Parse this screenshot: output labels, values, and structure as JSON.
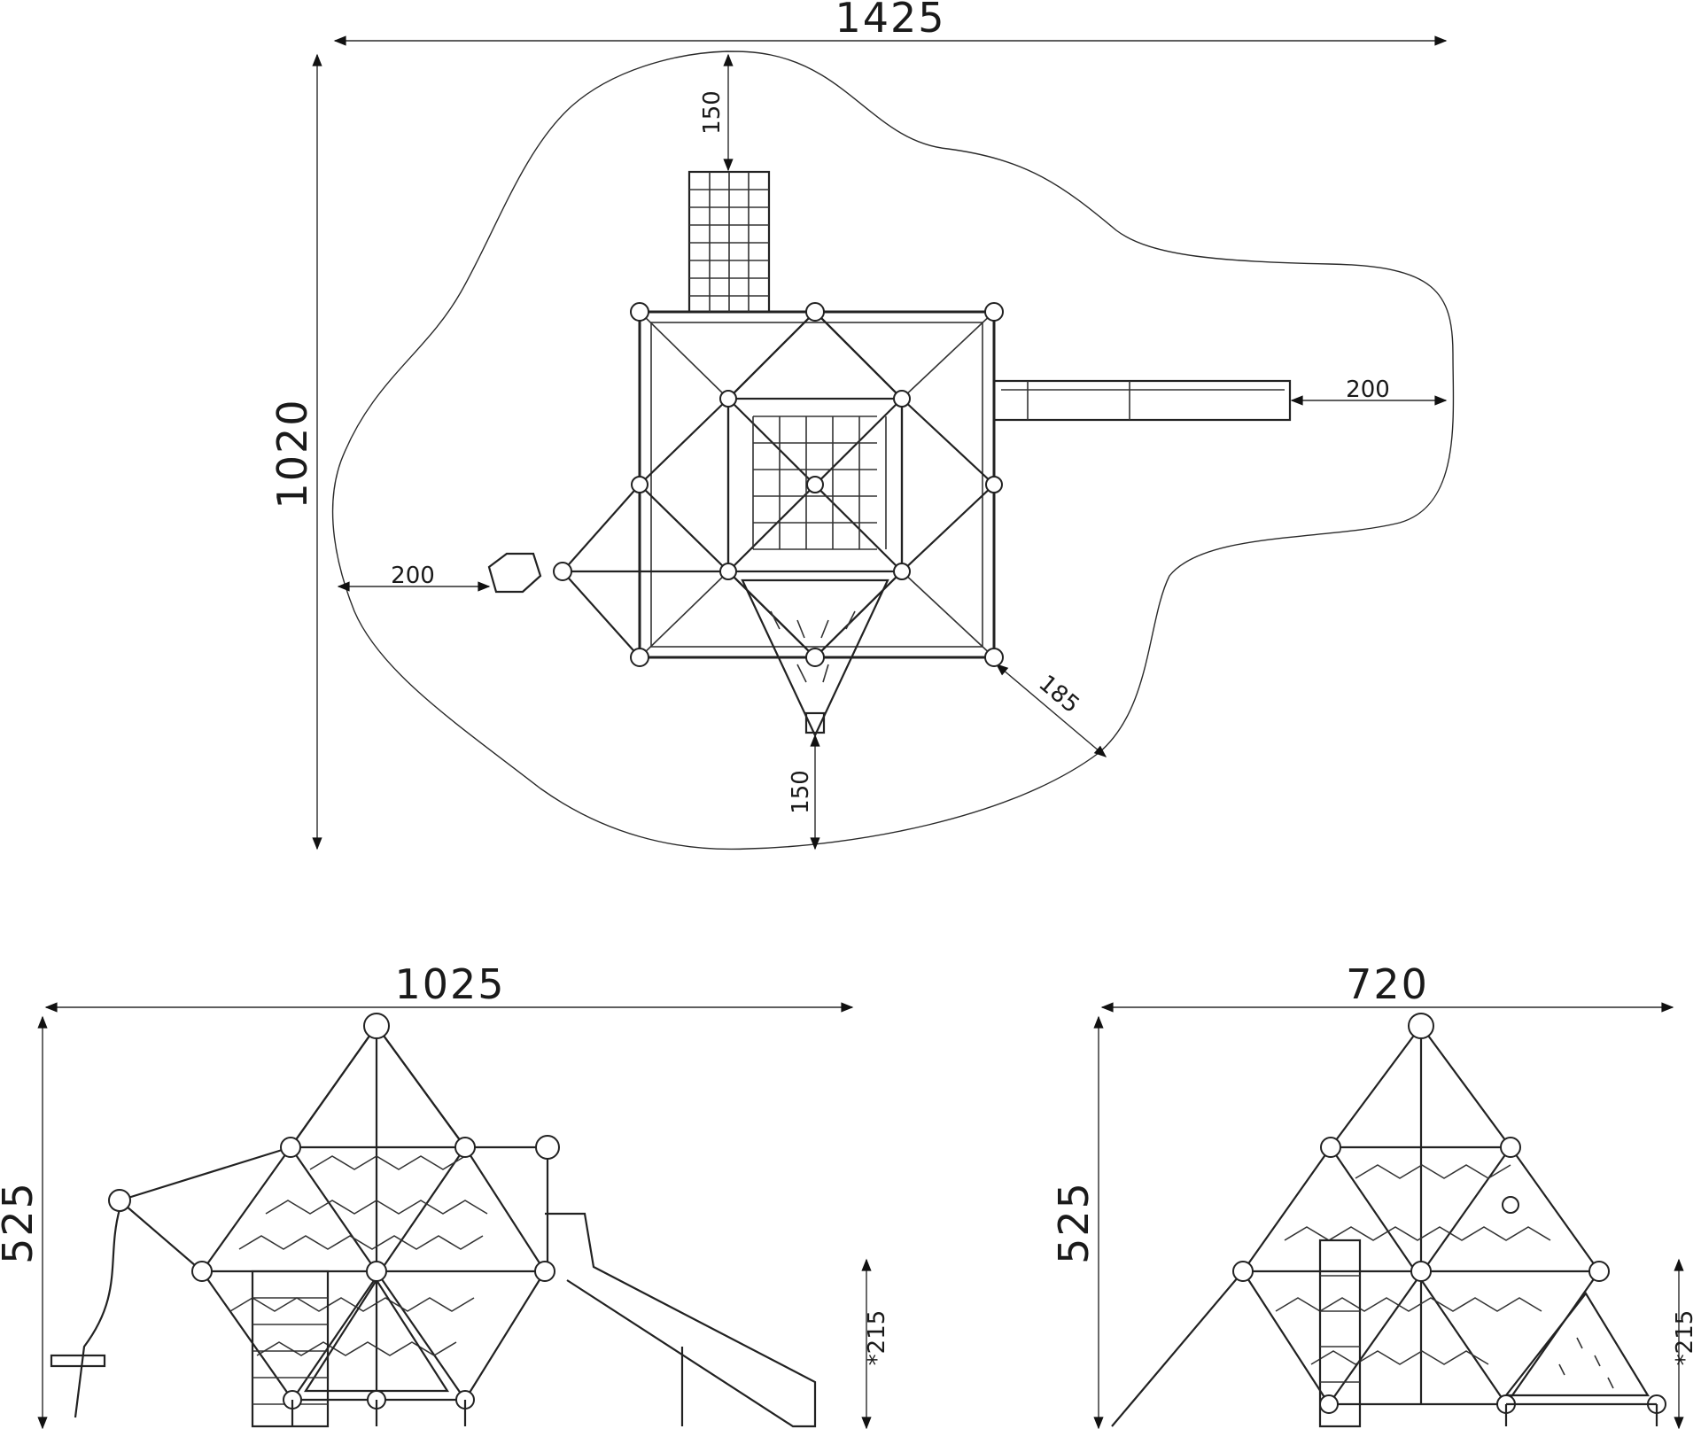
{
  "plan_view": {
    "overall_width": "1425",
    "overall_depth": "1020",
    "top_clearance": "150",
    "bottom_clearance": "150",
    "left_clearance": "200",
    "right_clearance": "200",
    "diagonal_clearance": "185"
  },
  "front_elevation": {
    "width": "1025",
    "height": "525",
    "platform_height": "*215"
  },
  "side_elevation": {
    "width": "720",
    "height": "525",
    "platform_height": "*215"
  }
}
